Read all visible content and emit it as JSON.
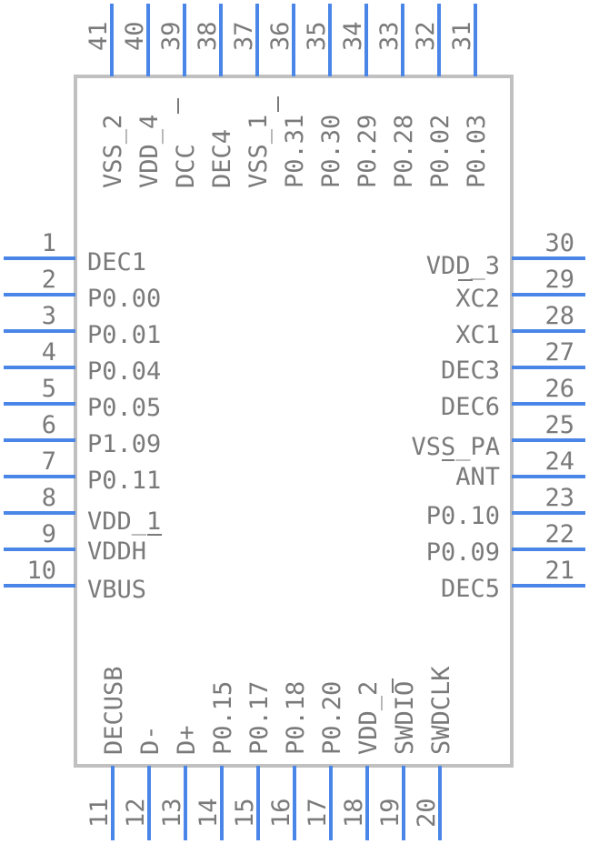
{
  "colors": {
    "pin": "#4a86e8",
    "body_outline": "#c0c0c0",
    "text": "#7a7a7a",
    "background": "#ffffff"
  },
  "pins": {
    "left": [
      {
        "num": "1",
        "name": "DEC1"
      },
      {
        "num": "2",
        "name": "P0.00"
      },
      {
        "num": "3",
        "name": "P0.01"
      },
      {
        "num": "4",
        "name": "P0.04"
      },
      {
        "num": "5",
        "name": "P0.05"
      },
      {
        "num": "6",
        "name": "P1.09"
      },
      {
        "num": "7",
        "name": "P0.11"
      },
      {
        "num": "8",
        "name": "VDD_1"
      },
      {
        "num": "9",
        "name": "VDDH"
      },
      {
        "num": "10",
        "name": "VBUS"
      }
    ],
    "bottom": [
      {
        "num": "11",
        "name": "DECUSB"
      },
      {
        "num": "12",
        "name": "D-"
      },
      {
        "num": "13",
        "name": "D+"
      },
      {
        "num": "14",
        "name": "P0.15"
      },
      {
        "num": "15",
        "name": "P0.17"
      },
      {
        "num": "16",
        "name": "P0.18"
      },
      {
        "num": "17",
        "name": "P0.20"
      },
      {
        "num": "18",
        "name": "VDD_2"
      },
      {
        "num": "19",
        "name": "SWDIO"
      },
      {
        "num": "20",
        "name": "SWDCLK"
      }
    ],
    "right": [
      {
        "num": "21",
        "name": "DEC5"
      },
      {
        "num": "22",
        "name": "P0.09"
      },
      {
        "num": "23",
        "name": "P0.10"
      },
      {
        "num": "24",
        "name": "ANT"
      },
      {
        "num": "25",
        "name": "VSS_PA"
      },
      {
        "num": "26",
        "name": "DEC6"
      },
      {
        "num": "27",
        "name": "DEC3"
      },
      {
        "num": "28",
        "name": "XC1"
      },
      {
        "num": "29",
        "name": "XC2"
      },
      {
        "num": "30",
        "name": "VDD_3"
      }
    ],
    "top": [
      {
        "num": "31",
        "name": "P0.03"
      },
      {
        "num": "32",
        "name": "P0.02"
      },
      {
        "num": "33",
        "name": "P0.28"
      },
      {
        "num": "34",
        "name": "P0.29"
      },
      {
        "num": "35",
        "name": "P0.30"
      },
      {
        "num": "36",
        "name": "P0.31"
      },
      {
        "num": "37",
        "name": "VSS_1"
      },
      {
        "num": "38",
        "name": "DEC4"
      },
      {
        "num": "39",
        "name": "DCC"
      },
      {
        "num": "40",
        "name": "VDD_4"
      },
      {
        "num": "41",
        "name": "VSS_2"
      }
    ]
  }
}
